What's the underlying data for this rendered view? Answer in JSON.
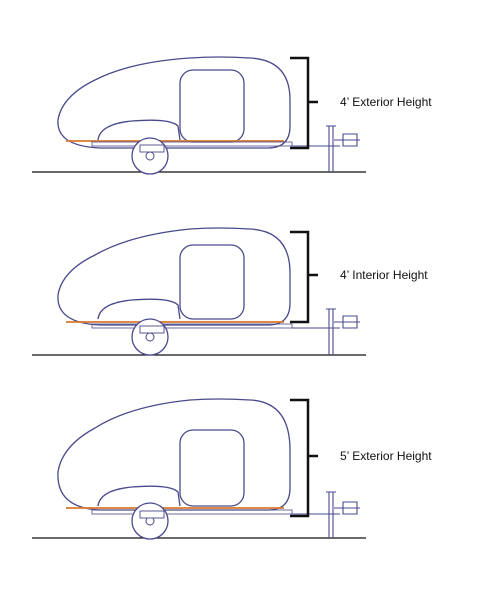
{
  "colors": {
    "outline": "#4a4a8c",
    "frame": "#d97a2b",
    "bracket": "#111111",
    "ground": "#111111"
  },
  "diagrams": [
    {
      "label": "4’ Exterior Height",
      "bracket_spans": "exterior"
    },
    {
      "label": "4’ Interior Height",
      "bracket_spans": "interior"
    },
    {
      "label": "5’ Exterior Height",
      "bracket_spans": "exterior"
    }
  ]
}
